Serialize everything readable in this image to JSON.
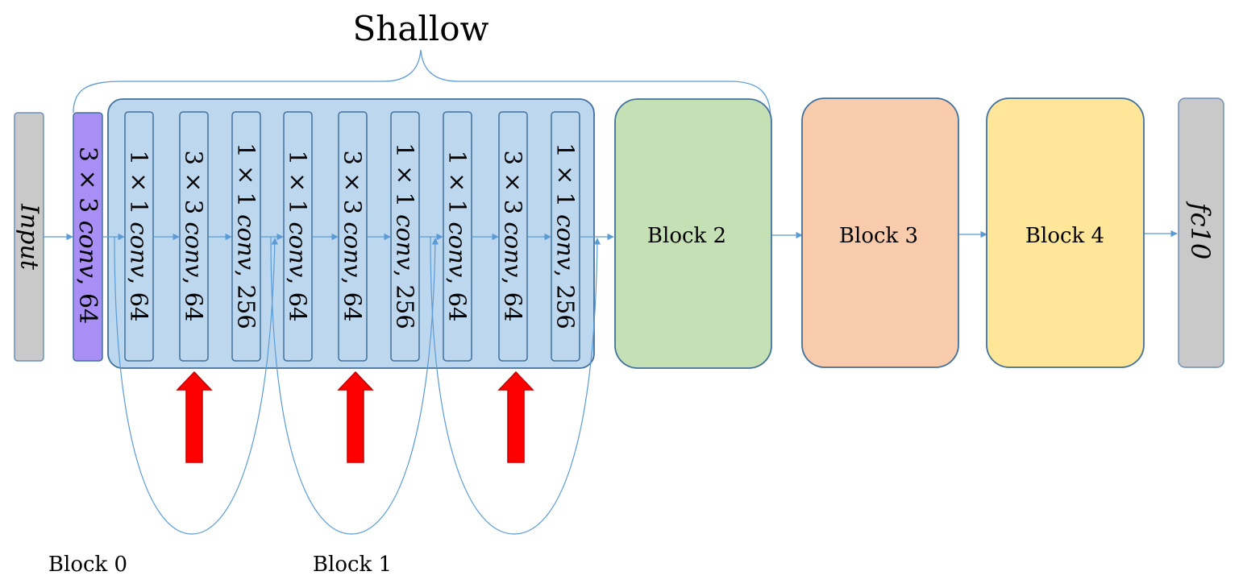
{
  "title": "Shallow",
  "colors": {
    "line": "#5b9bd5",
    "border": "#41719c",
    "input_fill": "#c9c9c9",
    "input_border": "#6d8fb4",
    "conv_first_fill": "#a98ef5",
    "shallow_fill": "#bdd7ee",
    "block2_fill": "#c5e0b4",
    "block3_fill": "#f8cbad",
    "block4_fill": "#ffe699",
    "arrow_red": "#ff0000",
    "arrow_red_border": "#c00000"
  },
  "nodes": {
    "input": {
      "label": "Input"
    },
    "first_conv": {
      "pre": "3 × 3 ",
      "op": "conv",
      "post": ", 64"
    },
    "layers": [
      {
        "pre": "1 × 1 ",
        "op": "conv",
        "post": ", 64"
      },
      {
        "pre": "3 × 3 ",
        "op": "conv",
        "post": ", 64"
      },
      {
        "pre": "1 × 1 ",
        "op": "conv",
        "post": ", 256"
      },
      {
        "pre": "1 × 1 ",
        "op": "conv",
        "post": ", 64"
      },
      {
        "pre": "3 × 3 ",
        "op": "conv",
        "post": ", 64"
      },
      {
        "pre": "1 × 1 ",
        "op": "conv",
        "post": ", 256"
      },
      {
        "pre": "1 × 1 ",
        "op": "conv",
        "post": ", 64"
      },
      {
        "pre": "3 × 3 ",
        "op": "conv",
        "post": ", 64"
      },
      {
        "pre": "1 × 1 ",
        "op": "conv",
        "post": ", 256"
      }
    ],
    "block2": {
      "label": "Block 2"
    },
    "block3": {
      "label": "Block 3"
    },
    "block4": {
      "label": "Block 4"
    },
    "fc": {
      "label": "fc10"
    }
  },
  "labels": {
    "block0": "Block 0",
    "block1": "Block 1"
  }
}
